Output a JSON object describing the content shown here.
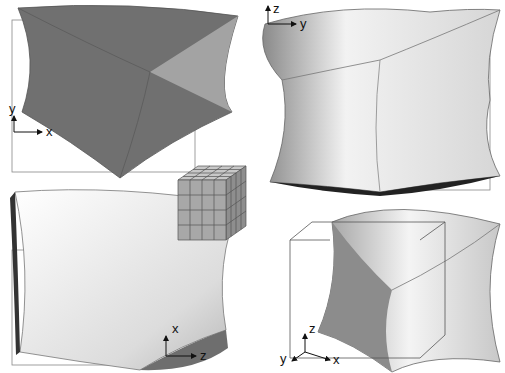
{
  "diagram": {
    "labels": [
      "y",
      "x",
      "z",
      "y",
      "x",
      "z",
      "z",
      "y",
      "x"
    ]
  }
}
